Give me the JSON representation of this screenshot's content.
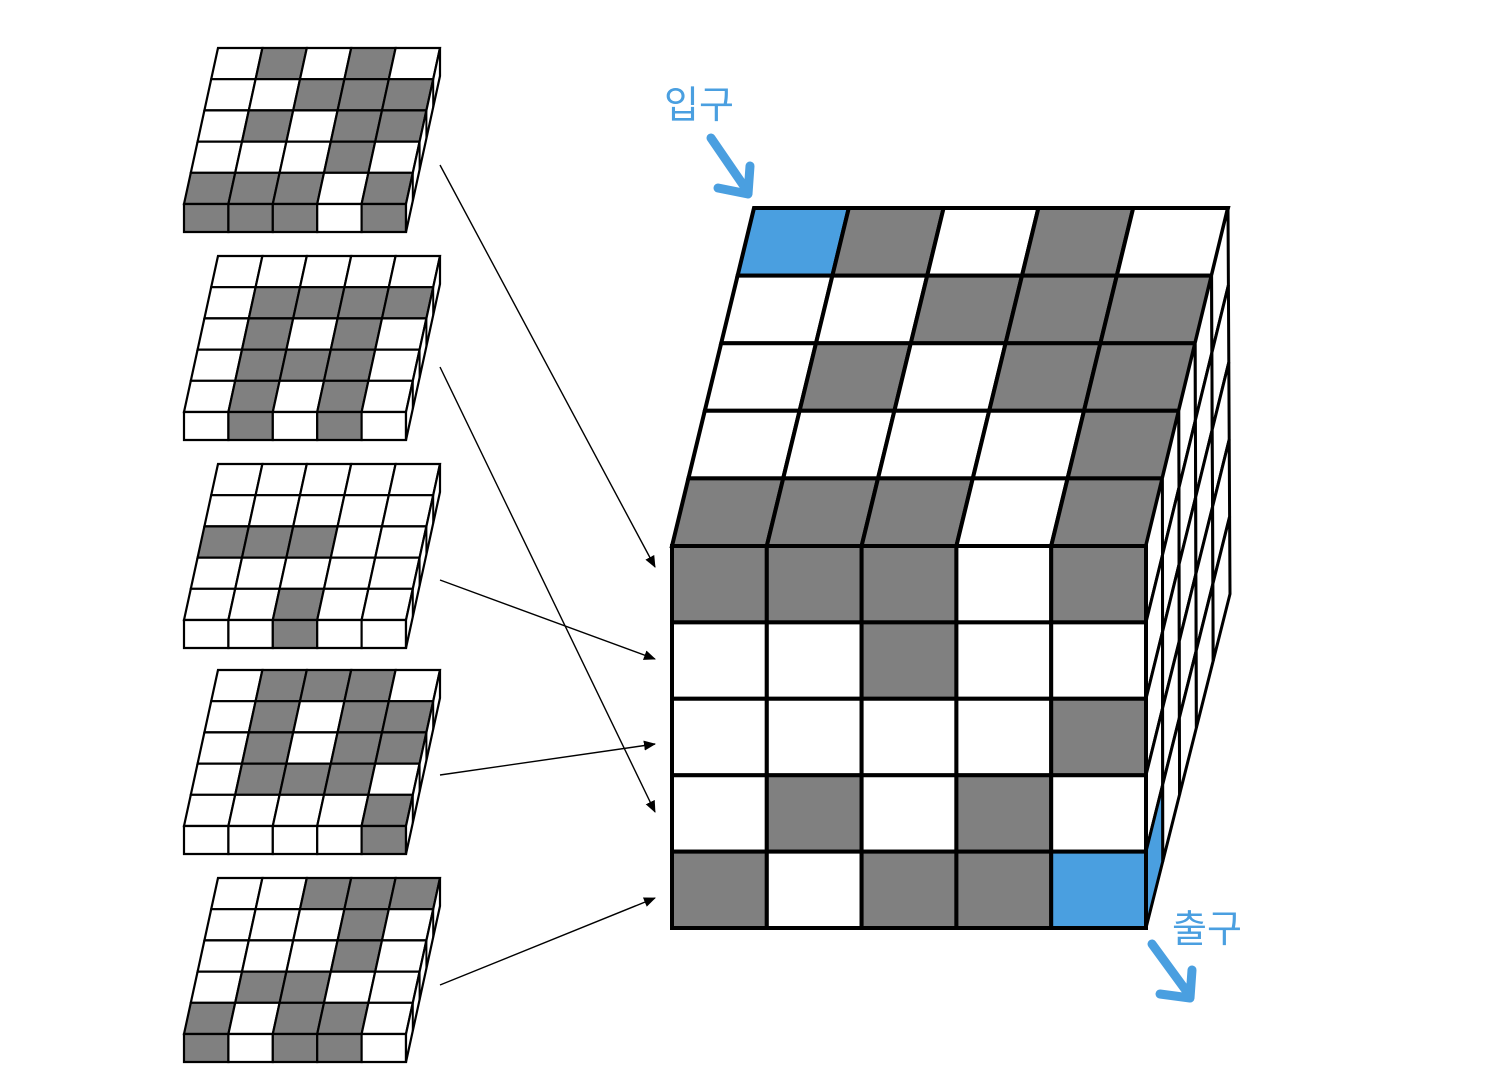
{
  "labels": {
    "entrance": "입구",
    "exit": "출구"
  },
  "colors": {
    "wall": "#808080",
    "path": "#ffffff",
    "accent": "#4a9fe0",
    "line": "#000000"
  },
  "layers": [
    {
      "grid": [
        [
          0,
          1,
          0,
          1,
          0
        ],
        [
          0,
          0,
          1,
          1,
          1
        ],
        [
          0,
          1,
          0,
          1,
          1
        ],
        [
          0,
          0,
          0,
          1,
          0
        ],
        [
          1,
          1,
          1,
          0,
          1
        ]
      ]
    },
    {
      "grid": [
        [
          0,
          0,
          0,
          0,
          0
        ],
        [
          0,
          1,
          1,
          1,
          1
        ],
        [
          0,
          1,
          0,
          1,
          0
        ],
        [
          0,
          1,
          1,
          1,
          0
        ],
        [
          0,
          1,
          0,
          1,
          0
        ]
      ]
    },
    {
      "grid": [
        [
          0,
          0,
          0,
          0,
          0
        ],
        [
          0,
          0,
          0,
          0,
          0
        ],
        [
          1,
          1,
          1,
          0,
          0
        ],
        [
          0,
          0,
          0,
          0,
          0
        ],
        [
          0,
          0,
          1,
          0,
          0
        ]
      ]
    },
    {
      "grid": [
        [
          0,
          1,
          1,
          1,
          0
        ],
        [
          0,
          1,
          0,
          1,
          1
        ],
        [
          0,
          1,
          0,
          1,
          1
        ],
        [
          0,
          1,
          1,
          1,
          0
        ],
        [
          0,
          0,
          0,
          0,
          1
        ]
      ]
    },
    {
      "grid": [
        [
          0,
          0,
          1,
          1,
          1
        ],
        [
          0,
          0,
          0,
          1,
          0
        ],
        [
          0,
          0,
          0,
          1,
          0
        ],
        [
          0,
          1,
          1,
          0,
          0
        ],
        [
          1,
          0,
          1,
          1,
          0
        ]
      ]
    }
  ],
  "cube": {
    "top_grid": [
      [
        2,
        1,
        0,
        1,
        0
      ],
      [
        0,
        0,
        1,
        1,
        1
      ],
      [
        0,
        1,
        0,
        1,
        1
      ],
      [
        0,
        0,
        0,
        0,
        1
      ],
      [
        1,
        1,
        1,
        0,
        1
      ]
    ],
    "front_grid": [
      [
        1,
        1,
        1,
        0,
        1
      ],
      [
        0,
        0,
        1,
        0,
        0
      ],
      [
        0,
        0,
        0,
        0,
        1
      ],
      [
        0,
        1,
        0,
        1,
        0
      ],
      [
        1,
        0,
        1,
        1,
        2
      ]
    ]
  }
}
